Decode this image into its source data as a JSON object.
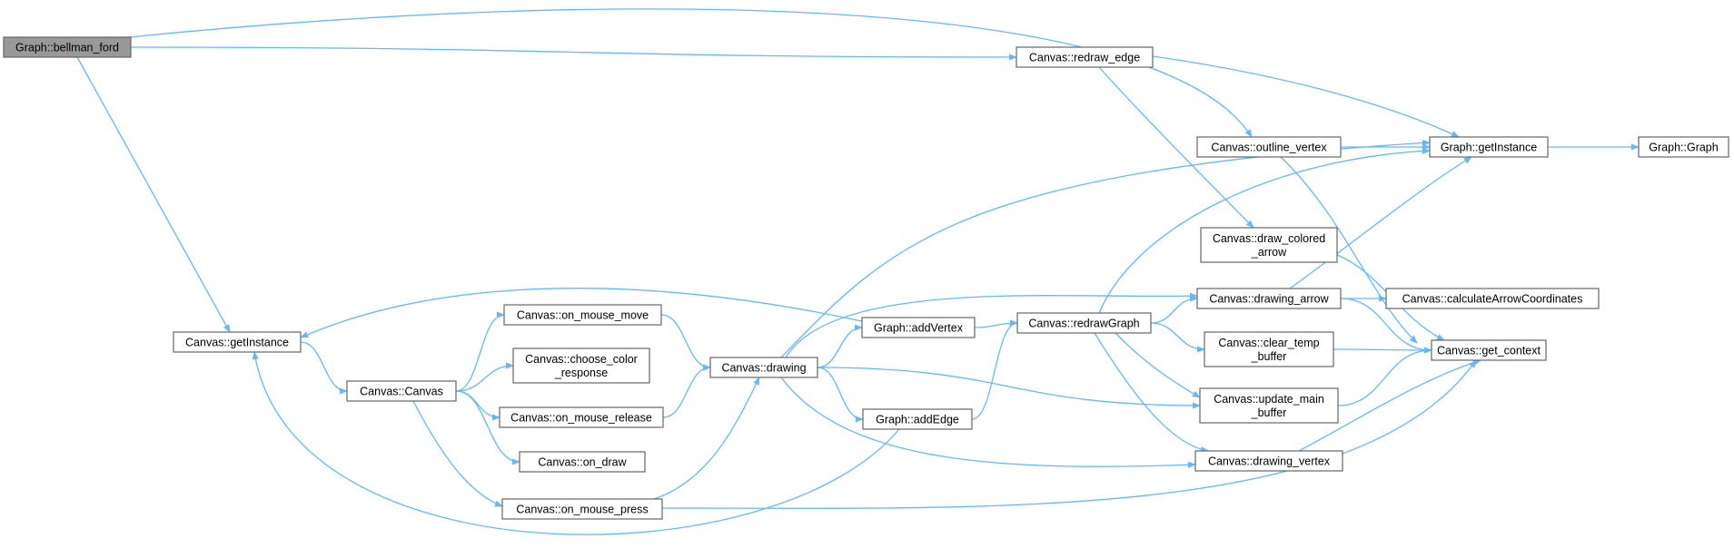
{
  "colors": {
    "edge": "#63b8ff",
    "node_fill": "#ffffff",
    "root_fill": "#999999",
    "border": "#666666"
  },
  "nodes": [
    {
      "id": "bellman_ford",
      "lines": [
        "Graph::bellman_ford"
      ],
      "root": true
    },
    {
      "id": "canvas_getInstance",
      "lines": [
        "Canvas::getInstance"
      ]
    },
    {
      "id": "canvas_ctor",
      "lines": [
        "Canvas::Canvas"
      ]
    },
    {
      "id": "on_mouse_move",
      "lines": [
        "Canvas::on_mouse_move"
      ]
    },
    {
      "id": "choose_color",
      "lines": [
        "Canvas::choose_color",
        "_response"
      ]
    },
    {
      "id": "on_mouse_release",
      "lines": [
        "Canvas::on_mouse_release"
      ]
    },
    {
      "id": "on_draw",
      "lines": [
        "Canvas::on_draw"
      ]
    },
    {
      "id": "on_mouse_press",
      "lines": [
        "Canvas::on_mouse_press"
      ]
    },
    {
      "id": "drawing",
      "lines": [
        "Canvas::drawing"
      ]
    },
    {
      "id": "addVertex",
      "lines": [
        "Graph::addVertex"
      ]
    },
    {
      "id": "addEdge",
      "lines": [
        "Graph::addEdge"
      ]
    },
    {
      "id": "redraw_edge",
      "lines": [
        "Canvas::redraw_edge"
      ]
    },
    {
      "id": "redrawGraph",
      "lines": [
        "Canvas::redrawGraph"
      ]
    },
    {
      "id": "outline_vertex",
      "lines": [
        "Canvas::outline_vertex"
      ]
    },
    {
      "id": "draw_colored_arrow",
      "lines": [
        "Canvas::draw_colored",
        "_arrow"
      ]
    },
    {
      "id": "drawing_arrow",
      "lines": [
        "Canvas::drawing_arrow"
      ]
    },
    {
      "id": "clear_temp_buffer",
      "lines": [
        "Canvas::clear_temp",
        "_buffer"
      ]
    },
    {
      "id": "update_main_buffer",
      "lines": [
        "Canvas::update_main",
        "_buffer"
      ]
    },
    {
      "id": "drawing_vertex",
      "lines": [
        "Canvas::drawing_vertex"
      ]
    },
    {
      "id": "graph_getInstance",
      "lines": [
        "Graph::getInstance"
      ]
    },
    {
      "id": "graph_ctor",
      "lines": [
        "Graph::Graph"
      ]
    },
    {
      "id": "calculateArrowCoordinates",
      "lines": [
        "Canvas::calculateArrowCoordinates"
      ]
    },
    {
      "id": "get_context",
      "lines": [
        "Canvas::get_context"
      ]
    }
  ],
  "edges": [
    {
      "from": "bellman_ford",
      "to": "canvas_getInstance"
    },
    {
      "from": "bellman_ford",
      "to": "redraw_edge"
    },
    {
      "from": "bellman_ford",
      "to": "outline_vertex"
    },
    {
      "from": "canvas_getInstance",
      "to": "canvas_ctor"
    },
    {
      "from": "canvas_ctor",
      "to": "on_mouse_move"
    },
    {
      "from": "canvas_ctor",
      "to": "choose_color"
    },
    {
      "from": "canvas_ctor",
      "to": "on_mouse_release"
    },
    {
      "from": "canvas_ctor",
      "to": "on_draw"
    },
    {
      "from": "canvas_ctor",
      "to": "on_mouse_press"
    },
    {
      "from": "on_mouse_move",
      "to": "drawing"
    },
    {
      "from": "on_mouse_release",
      "to": "drawing"
    },
    {
      "from": "on_mouse_press",
      "to": "drawing"
    },
    {
      "from": "on_mouse_press",
      "to": "get_context"
    },
    {
      "from": "drawing",
      "to": "addVertex"
    },
    {
      "from": "drawing",
      "to": "addEdge"
    },
    {
      "from": "drawing",
      "to": "graph_getInstance"
    },
    {
      "from": "drawing",
      "to": "drawing_arrow"
    },
    {
      "from": "drawing",
      "to": "update_main_buffer"
    },
    {
      "from": "drawing",
      "to": "drawing_vertex"
    },
    {
      "from": "addVertex",
      "to": "canvas_getInstance"
    },
    {
      "from": "addVertex",
      "to": "redrawGraph"
    },
    {
      "from": "addEdge",
      "to": "canvas_getInstance"
    },
    {
      "from": "addEdge",
      "to": "redrawGraph"
    },
    {
      "from": "redraw_edge",
      "to": "graph_getInstance"
    },
    {
      "from": "redraw_edge",
      "to": "draw_colored_arrow"
    },
    {
      "from": "outline_vertex",
      "to": "graph_getInstance"
    },
    {
      "from": "outline_vertex",
      "to": "get_context"
    },
    {
      "from": "redrawGraph",
      "to": "graph_getInstance"
    },
    {
      "from": "redrawGraph",
      "to": "drawing_arrow"
    },
    {
      "from": "redrawGraph",
      "to": "clear_temp_buffer"
    },
    {
      "from": "redrawGraph",
      "to": "update_main_buffer"
    },
    {
      "from": "redrawGraph",
      "to": "drawing_vertex"
    },
    {
      "from": "draw_colored_arrow",
      "to": "get_context"
    },
    {
      "from": "drawing_arrow",
      "to": "graph_getInstance"
    },
    {
      "from": "drawing_arrow",
      "to": "calculateArrowCoordinates"
    },
    {
      "from": "drawing_arrow",
      "to": "get_context"
    },
    {
      "from": "clear_temp_buffer",
      "to": "get_context"
    },
    {
      "from": "update_main_buffer",
      "to": "get_context"
    },
    {
      "from": "drawing_vertex",
      "to": "get_context"
    },
    {
      "from": "graph_getInstance",
      "to": "graph_ctor"
    }
  ]
}
